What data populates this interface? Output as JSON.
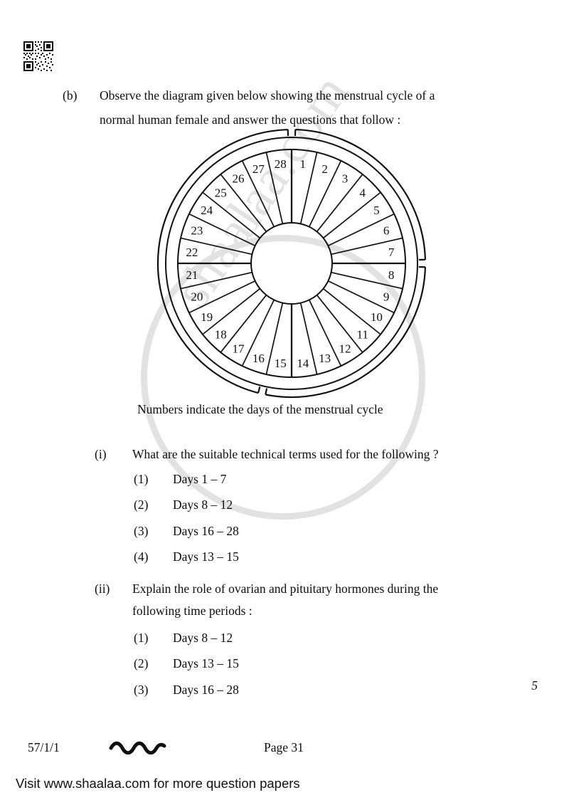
{
  "document": {
    "paper_code": "57/1/1",
    "page_label": "Page 31",
    "marks": "5",
    "footer_note": "Visit www.shaalaa.com for more question papers",
    "watermark_text": "shaalaa.com",
    "qr_icon": "qr-code-icon",
    "wavy_icon": "wavy-divider-icon"
  },
  "question": {
    "part_label": "(b)",
    "prompt_line1": "Observe the diagram given below showing the menstrual cycle of a",
    "prompt_line2": "normal human female and answer the questions that follow :"
  },
  "diagram": {
    "caption": "Numbers indicate the days of the menstrual cycle",
    "title": "menstrual-cycle-wheel",
    "total_days": 28,
    "day_numbers": [
      1,
      2,
      3,
      4,
      5,
      6,
      7,
      8,
      9,
      10,
      11,
      12,
      13,
      14,
      15,
      16,
      17,
      18,
      19,
      20,
      21,
      22,
      23,
      24,
      25,
      26,
      27,
      28
    ],
    "bracket_breaks_after_days": [
      7,
      15,
      28
    ],
    "colors": {
      "stroke": "#111111",
      "fill": "#ffffff",
      "watermark": "#e2e2e2"
    }
  },
  "sub_questions": [
    {
      "label": "(i)",
      "text": "What are the suitable technical terms used for the following ?",
      "options": [
        {
          "num": "(1)",
          "text": "Days 1 – 7"
        },
        {
          "num": "(2)",
          "text": "Days 8 – 12"
        },
        {
          "num": "(3)",
          "text": "Days 16 – 28"
        },
        {
          "num": "(4)",
          "text": "Days 13 – 15"
        }
      ]
    },
    {
      "label": "(ii)",
      "text_line1": "Explain the role of ovarian and pituitary hormones during the",
      "text_line2": "following time periods :",
      "options": [
        {
          "num": "(1)",
          "text": "Days 8 – 12"
        },
        {
          "num": "(2)",
          "text": "Days 13 – 15"
        },
        {
          "num": "(3)",
          "text": "Days 16 – 28"
        }
      ]
    }
  ]
}
